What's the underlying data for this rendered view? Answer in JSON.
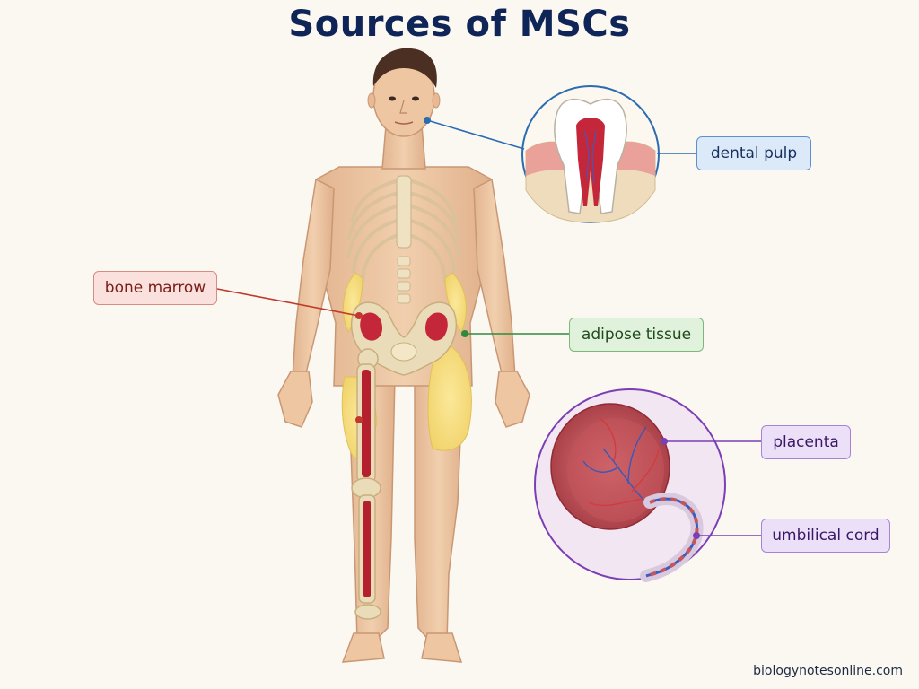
{
  "title": "Sources of MSCs",
  "labels": {
    "dental_pulp": "dental pulp",
    "bone_marrow": "bone marrow",
    "adipose_tissue": "adipose tissue",
    "placenta": "placenta",
    "umbilical_cord": "umbilical cord"
  },
  "footer": "biologynotesonline.com",
  "colors": {
    "title": "#0f2557",
    "dental_pulp": "#2b6cb0",
    "bone_marrow": "#c0392b",
    "adipose_tissue": "#2e8b3d",
    "placenta_cord": "#7b3fb5"
  }
}
